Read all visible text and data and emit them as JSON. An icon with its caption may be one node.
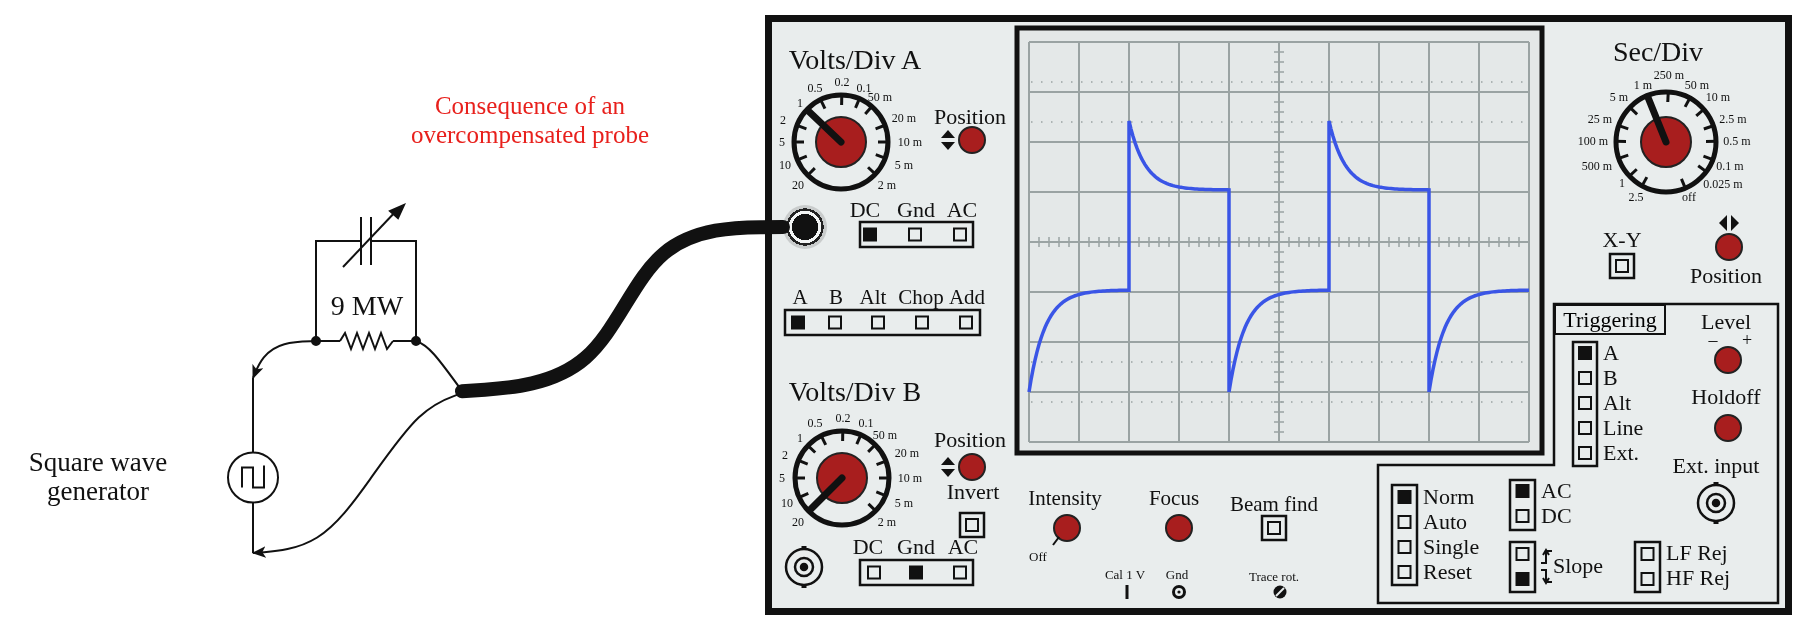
{
  "diagram": {
    "title": "Consequence of an overcompensated probe",
    "nodes": [
      {
        "text": [],
        "shape": "circle",
        "beside": [
          "Square wave generator"
        ]
      },
      {
        "text": [
          "9 MW"
        ]
      },
      {
        "text": [],
        "shape": "box"
      },
      {
        "text": [],
        "shape": "circle",
        "in": 2
      },
      {
        "text": [
          "Triggering"
        ],
        "in": 2
      }
    ],
    "edges": [
      {
        "from": 1,
        "to": 0,
        "arrow": "to"
      },
      {
        "from": 1,
        "to": 0,
        "arrow": "to"
      },
      {
        "from": 1,
        "to": 3,
        "arrow": "none",
        "style": "thick"
      }
    ],
    "labels": [
      "Volts/Div A",
      "20",
      "10",
      "5",
      "2",
      "1",
      "0.5",
      "0.2",
      "0.1",
      "50 m",
      "20 m",
      "10 m",
      "5 m",
      "2 m",
      "Position",
      "DC",
      "Gnd",
      "AC",
      "A",
      "B",
      "Alt",
      "Chop",
      "Add",
      "Volts/Div B",
      "20",
      "10",
      "5",
      "2",
      "1",
      "0.5",
      "0.2",
      "0.1",
      "50 m",
      "20 m",
      "10 m",
      "5 m",
      "2 m",
      "Position",
      "Invert",
      "DC",
      "Gnd",
      "AC",
      "Intensity",
      "Off",
      "Focus",
      "Beam find",
      "Cal 1 V",
      "Gnd",
      "Trace rot.",
      "Sec/Div",
      "2.5",
      "1",
      "500 m",
      "100 m",
      "25 m",
      "5 m",
      "1 m",
      "250 m",
      "50 m",
      "10 m",
      "2.5 m",
      "0.5 m",
      "0.1 m",
      "0.025 m",
      "off",
      "X-Y",
      "Position",
      "A",
      "B",
      "Alt",
      "Line",
      "Ext.",
      "Level",
      "–",
      "+",
      "Holdoff",
      "Ext. input",
      "Norm",
      "Auto",
      "Single",
      "Reset",
      "AC",
      "DC",
      "Slope",
      "LF Rej",
      "HF Rej"
    ]
  }
}
